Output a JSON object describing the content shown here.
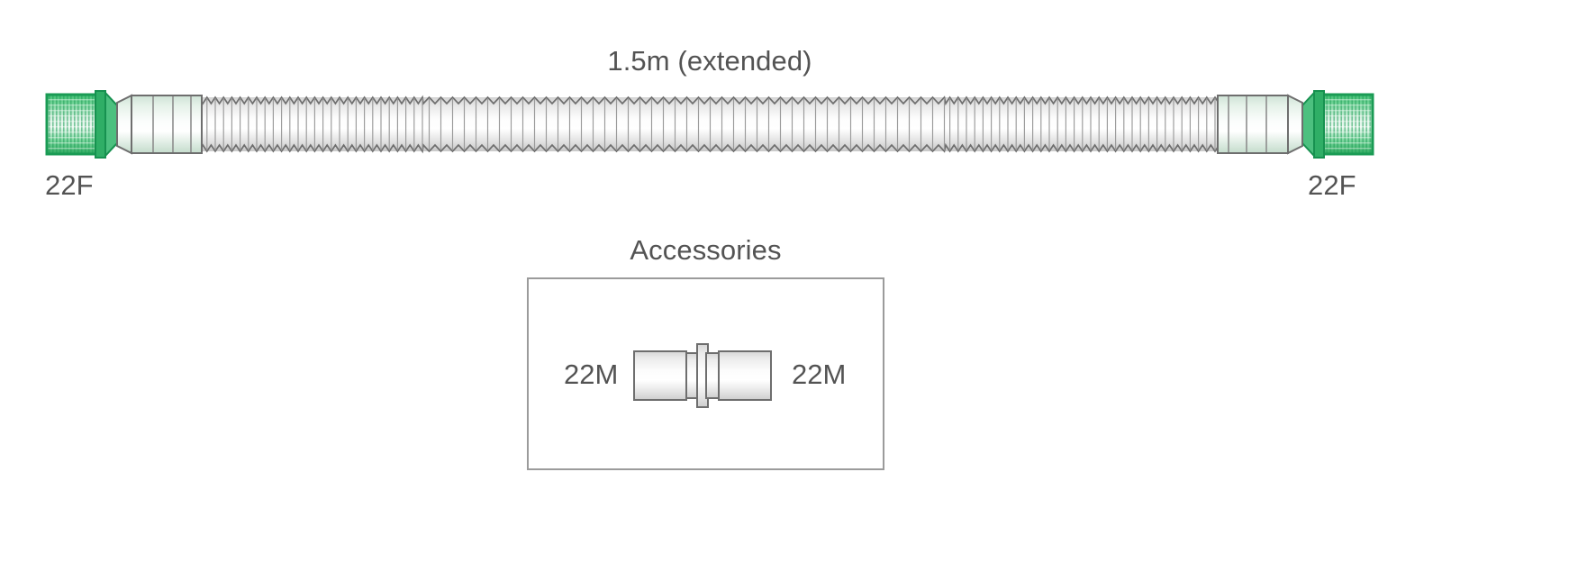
{
  "diagram": {
    "type": "product-illustration",
    "subject": "corrugated breathing circuit tube",
    "background_color": "#ffffff"
  },
  "main": {
    "title": "1.5m (extended)",
    "left_connector_label": "22F",
    "right_connector_label": "22F"
  },
  "accessories": {
    "heading": "Accessories",
    "item": {
      "left_label": "22M",
      "right_label": "22M"
    }
  },
  "colors": {
    "text": "#535353",
    "cuff_green": "#22a85a",
    "cuff_green_dark": "#138a45",
    "cuff_green_light": "#c9e9d6",
    "outline_gray": "#6e6e6e",
    "frame_gray": "#9b9b9b",
    "body_light": "#f2f2f2",
    "body_mid": "#dcdcdc"
  }
}
